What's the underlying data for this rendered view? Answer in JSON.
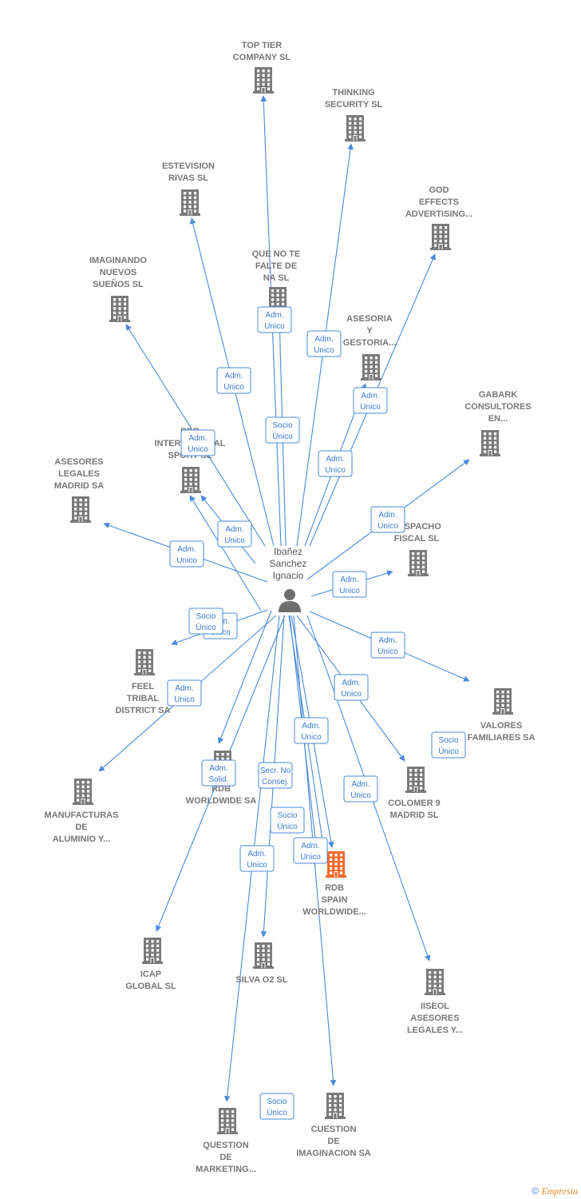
{
  "colors": {
    "edge": "#4a8ad8",
    "building": "#7a7a7a",
    "building_highlight": "#f26a2d",
    "person": "#6e6e6e",
    "label_border": "#4a8ad8"
  },
  "center": {
    "name_lines": [
      "Ibañez",
      "Sanchez",
      "Ignacio"
    ],
    "icon": "person-icon"
  },
  "nodes": [
    {
      "id": "top-tier",
      "lines": [
        "TOP TIER",
        "COMPANY  SL"
      ],
      "icon": "building-icon"
    },
    {
      "id": "thinking-security",
      "lines": [
        "THINKING",
        "SECURITY SL"
      ],
      "icon": "building-icon"
    },
    {
      "id": "estevision",
      "lines": [
        "ESTEVISION",
        "RIVAS SL"
      ],
      "icon": "building-icon"
    },
    {
      "id": "god-effects",
      "lines": [
        "GOD",
        "EFFECTS",
        "ADVERTISING..."
      ],
      "icon": "building-icon"
    },
    {
      "id": "imaginando",
      "lines": [
        "IMAGINANDO",
        "NUEVOS",
        "SUEÑOS  SL"
      ],
      "icon": "building-icon"
    },
    {
      "id": "que-no-te-falte",
      "lines": [
        "QUE NO TE",
        "FALTE DE",
        "NA SL"
      ],
      "icon": "building-icon"
    },
    {
      "id": "asesoria-gestoria",
      "lines": [
        "ASESORIA",
        "Y",
        "GESTORIA..."
      ],
      "icon": "building-icon"
    },
    {
      "id": "gabark",
      "lines": [
        "GABARK",
        "CONSULTORES",
        "EN..."
      ],
      "icon": "building-icon"
    },
    {
      "id": "rdb-international",
      "lines": [
        "RDB",
        "INTERNATIONAL",
        "SPORT SL"
      ],
      "icon": "building-icon"
    },
    {
      "id": "asesores-legales",
      "lines": [
        "ASESORES",
        "LEGALES",
        "MADRID SA"
      ],
      "icon": "building-icon"
    },
    {
      "id": "despacho-fiscal",
      "lines": [
        "DESPACHO",
        "FISCAL SL"
      ],
      "icon": "building-icon"
    },
    {
      "id": "feel-tribal",
      "lines": [
        "FEEL",
        "TRIBAL",
        "DISTRICT SA"
      ],
      "icon": "building-icon"
    },
    {
      "id": "valores-familiares",
      "lines": [
        "VALORES",
        "FAMILIARES SA"
      ],
      "icon": "building-icon"
    },
    {
      "id": "rdb-worldwide",
      "lines": [
        "RDB",
        "WORLDWIDE SA"
      ],
      "icon": "building-icon"
    },
    {
      "id": "colomer",
      "lines": [
        "COLOMER 9",
        "MADRID  SL"
      ],
      "icon": "building-icon"
    },
    {
      "id": "manufacturas",
      "lines": [
        "MANUFACTURAS",
        "DE",
        "ALUMINIO Y..."
      ],
      "icon": "building-icon"
    },
    {
      "id": "rdb-spain",
      "lines": [
        "RDB",
        "SPAIN",
        "WORLDWIDE..."
      ],
      "icon": "building-icon",
      "highlight": true
    },
    {
      "id": "icap-global",
      "lines": [
        "ICAP",
        "GLOBAL  SL"
      ],
      "icon": "building-icon"
    },
    {
      "id": "silva-o2",
      "lines": [
        "SILVA O2  SL"
      ],
      "icon": "building-icon"
    },
    {
      "id": "iiseol",
      "lines": [
        "IISEOL",
        "ASESORES",
        "LEGALES Y..."
      ],
      "icon": "building-icon"
    },
    {
      "id": "question-marketing",
      "lines": [
        "QUESTION",
        "DE",
        "MARKETING..."
      ],
      "icon": "building-icon"
    },
    {
      "id": "cuestion-imaginacion",
      "lines": [
        "CUESTION",
        "DE",
        "IMAGINACION SA"
      ],
      "icon": "building-icon"
    }
  ],
  "edge_labels": [
    {
      "lines": [
        "Adm.",
        "Unico"
      ]
    },
    {
      "lines": [
        "Adm.",
        "Unico"
      ]
    },
    {
      "lines": [
        "Adm.",
        "Unico"
      ]
    },
    {
      "lines": [
        "Socio",
        "Único"
      ]
    },
    {
      "lines": [
        "Adm.",
        "Unico"
      ]
    },
    {
      "lines": [
        "Adm.",
        "Unico"
      ]
    },
    {
      "lines": [
        "Adm.",
        "Unico"
      ]
    },
    {
      "lines": [
        "Adm.",
        "Unico"
      ]
    },
    {
      "lines": [
        "Adm.",
        "Unico"
      ]
    },
    {
      "lines": [
        "Adm.",
        "Unico"
      ]
    },
    {
      "lines": [
        "Adm.",
        "Unico"
      ]
    },
    {
      "lines": [
        "Adm.",
        "Unico"
      ]
    },
    {
      "lines": [
        "Adm.",
        "Unico"
      ]
    },
    {
      "lines": [
        "Socio",
        "Único"
      ]
    },
    {
      "lines": [
        "Adm.",
        "Unico"
      ]
    },
    {
      "lines": [
        "Adm.",
        "Unico"
      ]
    },
    {
      "lines": [
        "Adm.",
        "Unico"
      ]
    },
    {
      "lines": [
        "Socio",
        "Único"
      ]
    },
    {
      "lines": [
        "Adm.",
        "Solid."
      ]
    },
    {
      "lines": [
        "Secr.  No",
        "Consej."
      ]
    },
    {
      "lines": [
        "Socio",
        "Único"
      ]
    },
    {
      "lines": [
        "Adm.",
        "Unico"
      ]
    },
    {
      "lines": [
        "Adm.",
        "Unico"
      ]
    },
    {
      "lines": [
        "Adm.",
        "Unico"
      ]
    },
    {
      "lines": [
        "Socio",
        "Único"
      ]
    }
  ],
  "footer": {
    "copyright": "©",
    "brand": "Empresia"
  }
}
